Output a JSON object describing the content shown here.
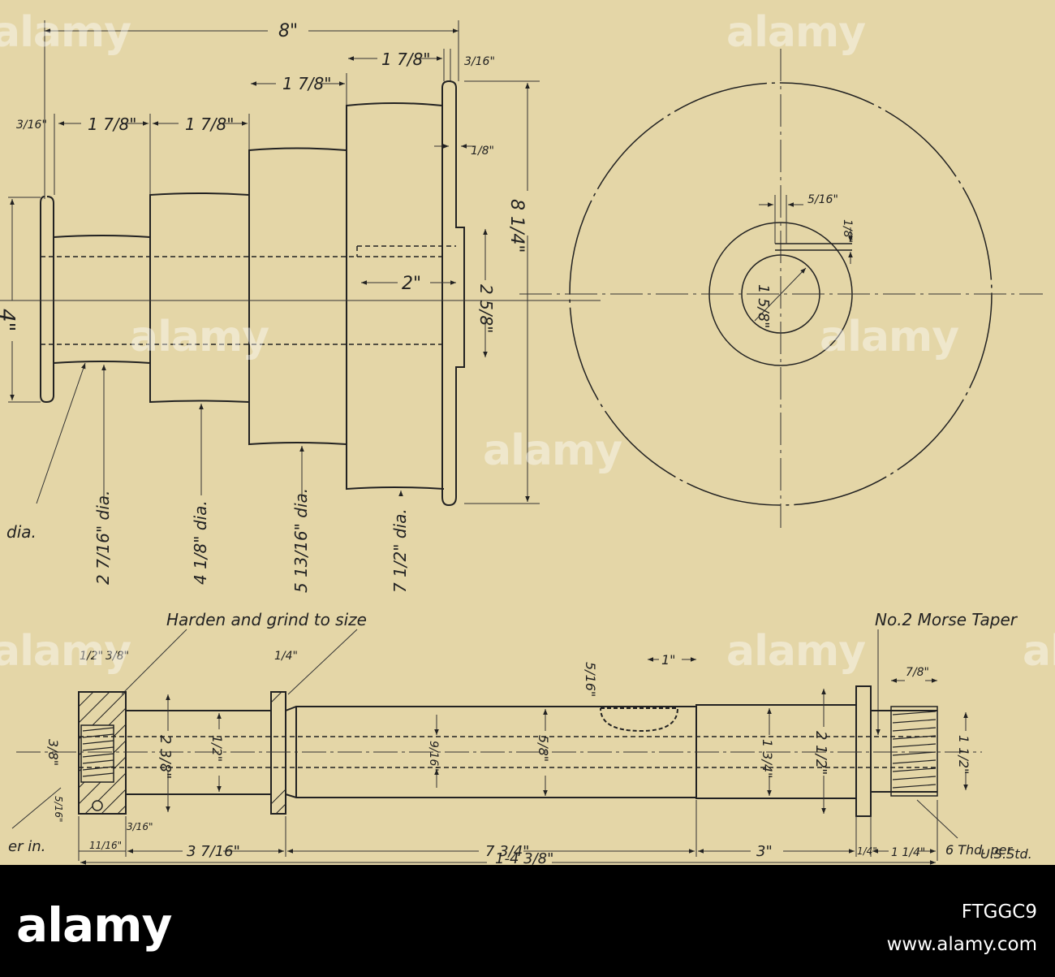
{
  "upper_left_view": {
    "overall_length": "8\"",
    "step_length_a": "1 7/8\"",
    "step_length_b": "1 7/8\"",
    "step_length_c": "1 7/8\"",
    "step_length_d": "1 7/8\"",
    "left_flange": "3/16\"",
    "right_flange": "3/16\"",
    "flange_recess": "1/8\"",
    "overall_dia": "8 1/4\"",
    "bore_depth": "2\"",
    "bore_dia": "2 5/8\"",
    "flange_dia": "4\"",
    "step_dia_1": "dia.",
    "step_dia_2": "2 7/16\" dia.",
    "step_dia_3": "4 1/8\" dia.",
    "step_dia_4": "5 13/16\" dia.",
    "step_dia_5": "7 1/2\" dia."
  },
  "upper_right_view": {
    "keyway_width": "5/16\"",
    "keyway_depth": "1/8\"",
    "bore": "1 5/8\""
  },
  "lower_view": {
    "note_harden": "Harden and grind to size",
    "note_taper": "No.2 Morse Taper",
    "note_thread_left": "er in.",
    "note_thread_right_1": "6 Thd. per",
    "note_thread_right_2": "U.S.Std.",
    "collar_half": "1/2\"",
    "collar_three_eighths": "3/8\"",
    "washer_thickness": "1/4\"",
    "keyway_depth": "5/16\"",
    "keyway_length": "1\"",
    "thread_length": "7/8\"",
    "dia_left_bore": "3/8\"",
    "dia_collar_inner": "5/16\"",
    "dia_collar": "2 3/8\"",
    "dia_half_a": "1/2\"",
    "dia_hole": "9/16\"",
    "dia_shaft": "5/8\"",
    "dia_shoulder": "1 3/4\"",
    "dia_flange": "2 1/2\"",
    "dia_thread": "1 1/2\"",
    "collar_recess": "3/16\"",
    "len_a": "11/16\"",
    "len_b": "3 7/16\"",
    "len_c": "7 3/4\"",
    "len_d": "3\"",
    "len_e": "1/4\"",
    "len_f": "1 1/4\"",
    "overall": "1-4 3/8\""
  },
  "watermarks": [
    "alamy",
    "alamy",
    "alamy",
    "alamy",
    "alamy",
    "alamy",
    "alamy",
    "alamy"
  ],
  "footer": {
    "logo": "alamy",
    "image_id": "FTGGC9",
    "site": "www.alamy.com"
  }
}
